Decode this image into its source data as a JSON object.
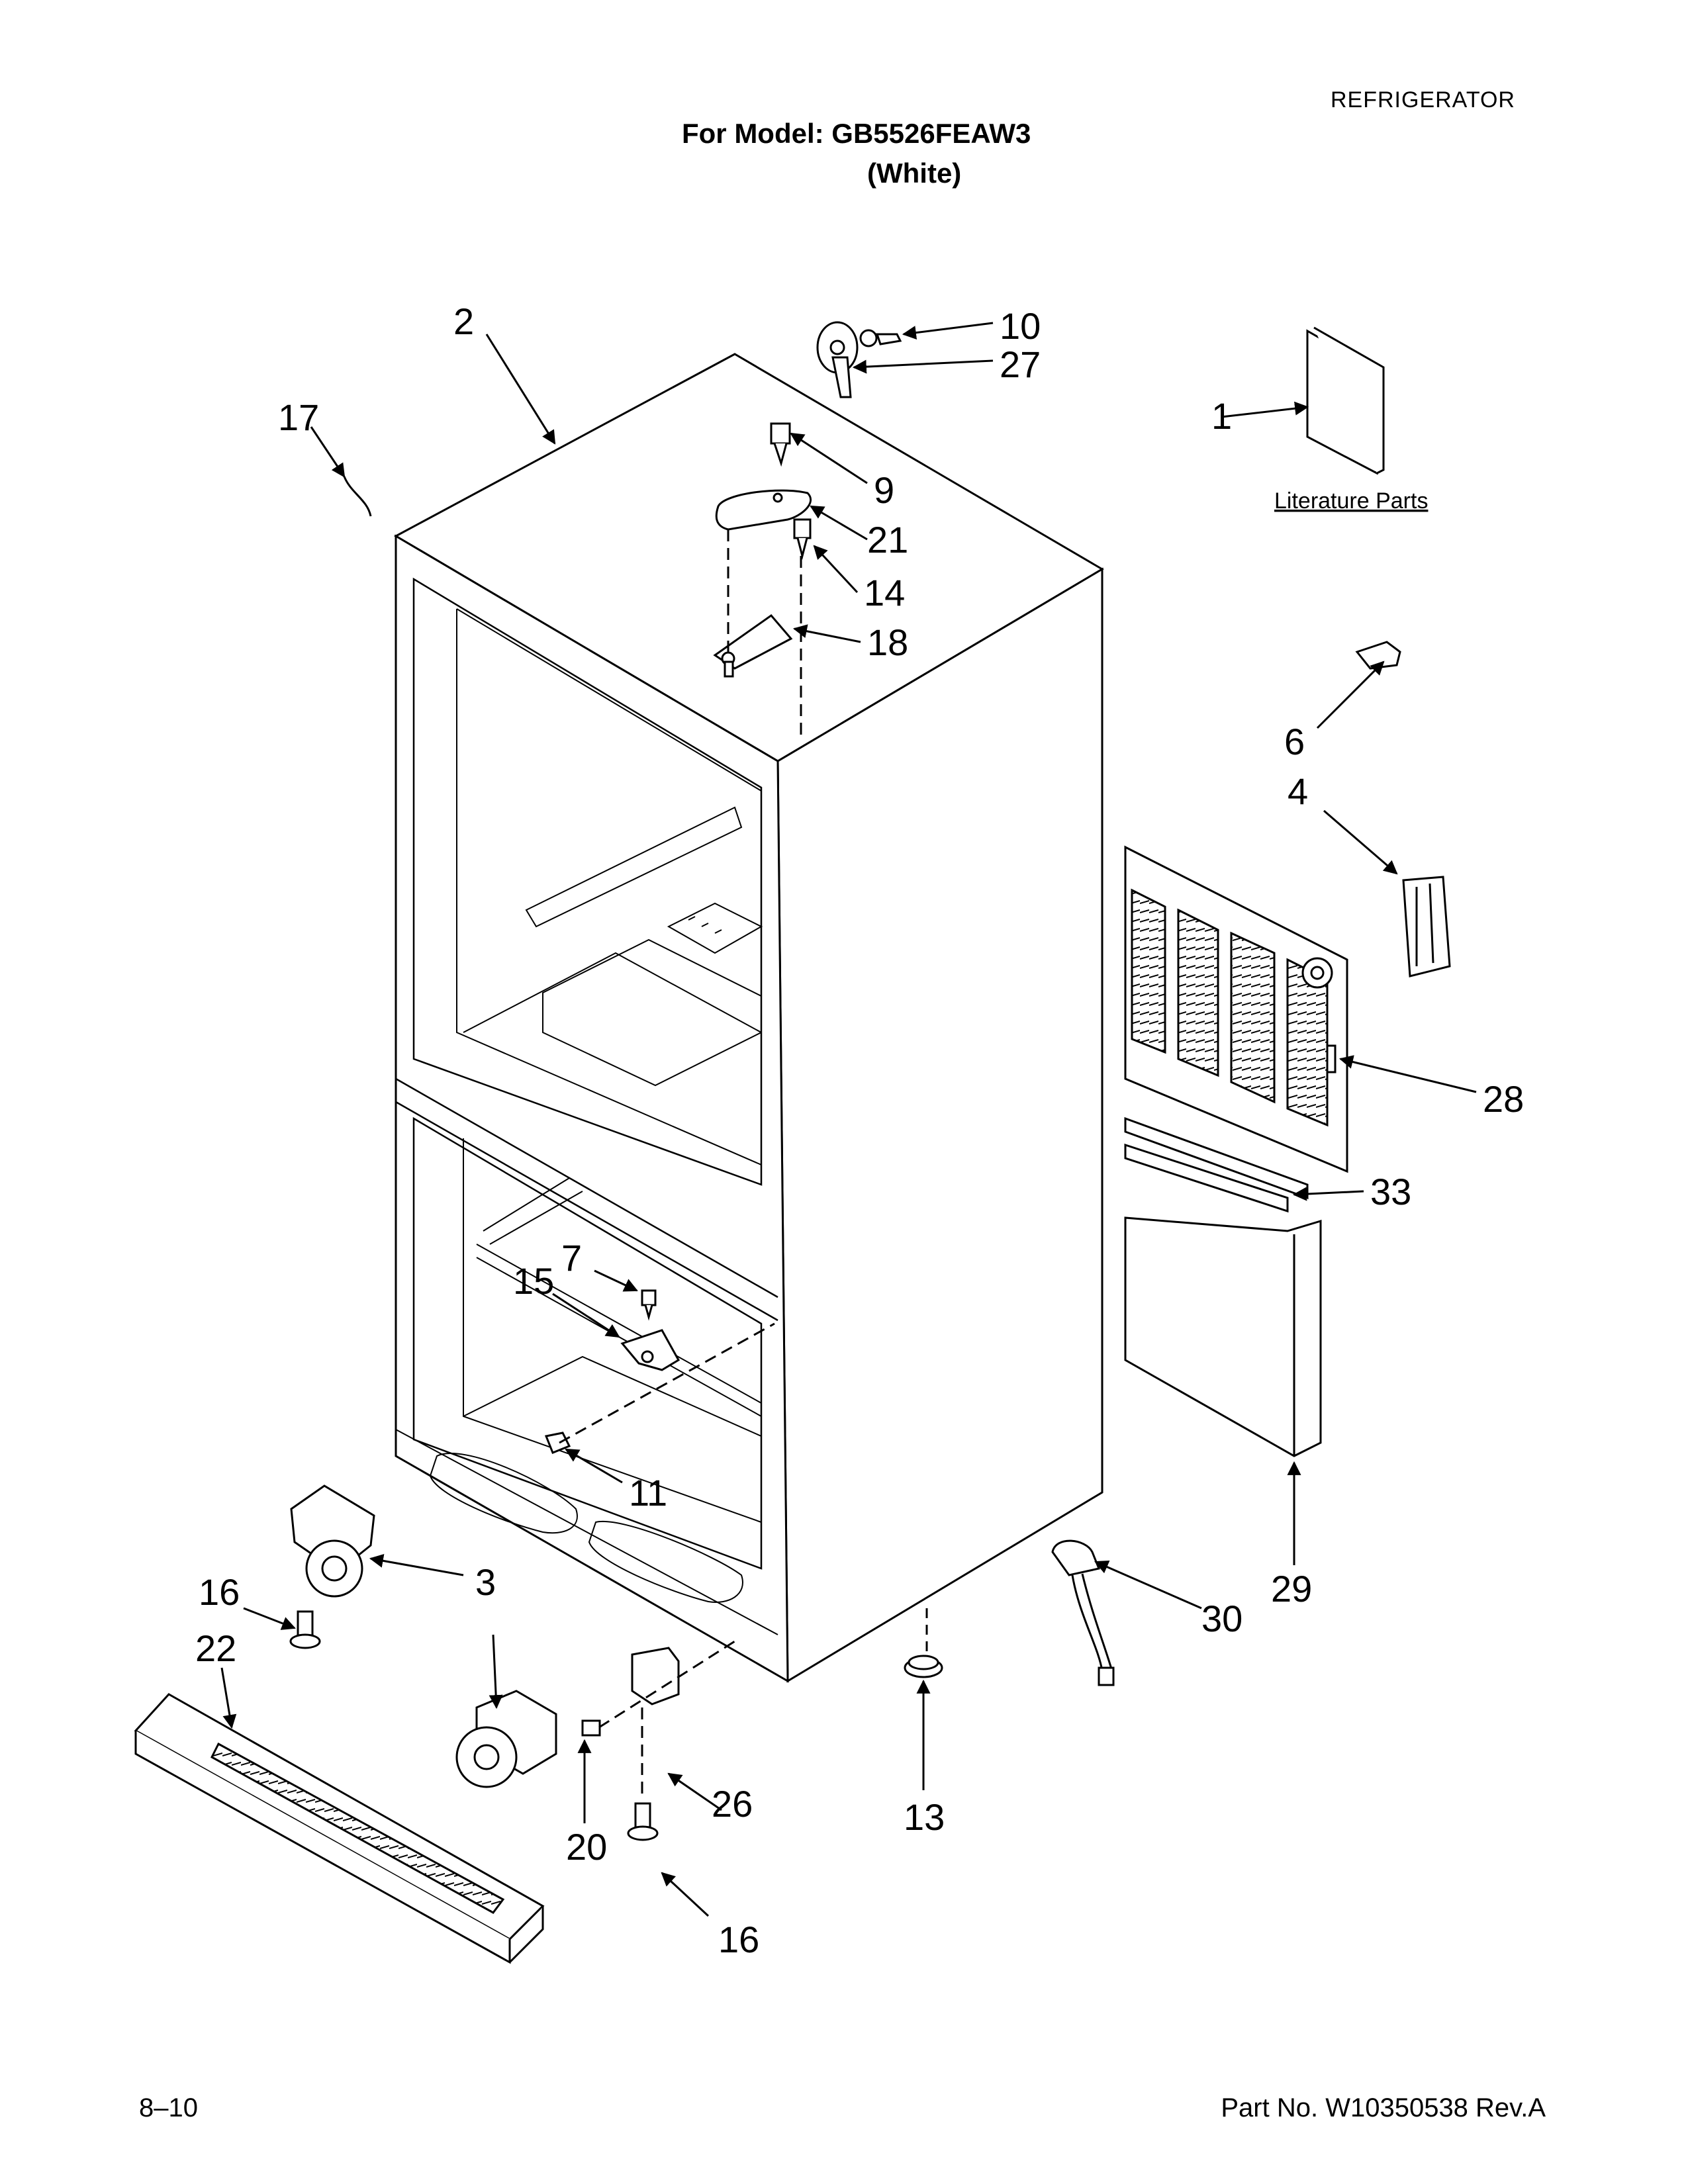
{
  "header": {
    "section": "REFRIGERATOR",
    "model_line": "For Model: GB5526FEAW3",
    "color_line": "(White)"
  },
  "diagram": {
    "literature_label": "Literature Parts",
    "callouts": [
      "1",
      "2",
      "3",
      "4",
      "6",
      "7",
      "9",
      "10",
      "11",
      "13",
      "14",
      "15",
      "16",
      "16",
      "17",
      "18",
      "20",
      "21",
      "22",
      "26",
      "27",
      "28",
      "29",
      "30",
      "33"
    ]
  },
  "footer": {
    "page": "8–10",
    "part_no": "Part No. W10350538 Rev.A"
  }
}
